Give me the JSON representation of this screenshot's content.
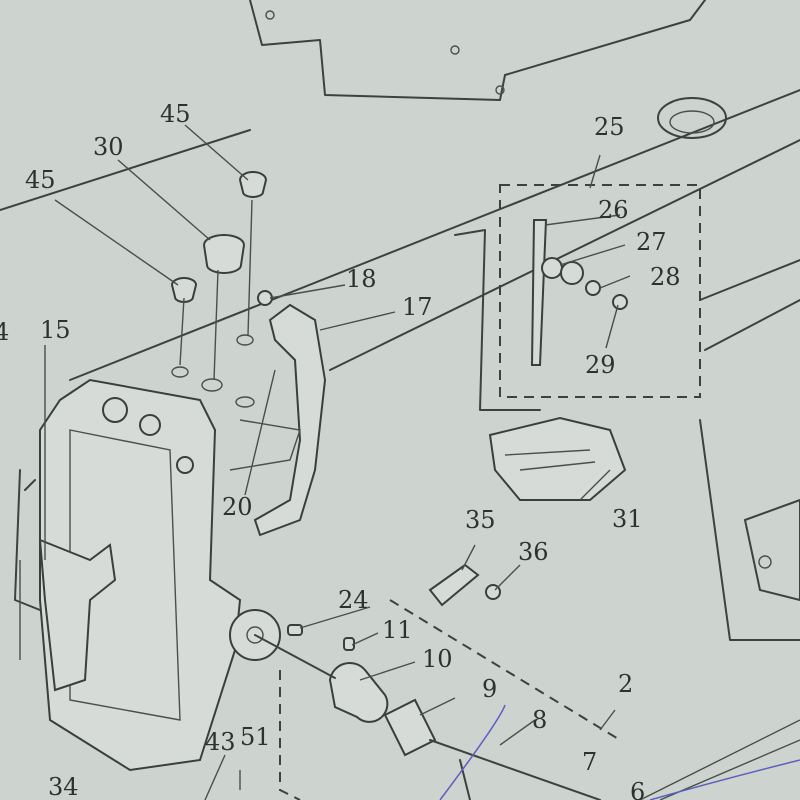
{
  "diagram": {
    "labels": [
      "45",
      "30",
      "45",
      "18",
      "17",
      "25",
      "26",
      "27",
      "28",
      "29",
      "4",
      "15",
      "20",
      "31",
      "35",
      "36",
      "24",
      "11",
      "10",
      "9",
      "8",
      "2",
      "7",
      "6",
      "43",
      "51",
      "34"
    ],
    "colors": {
      "paper": "#cdd3cf",
      "ink": "#3d423f",
      "pen": "#5b5fc0"
    }
  }
}
